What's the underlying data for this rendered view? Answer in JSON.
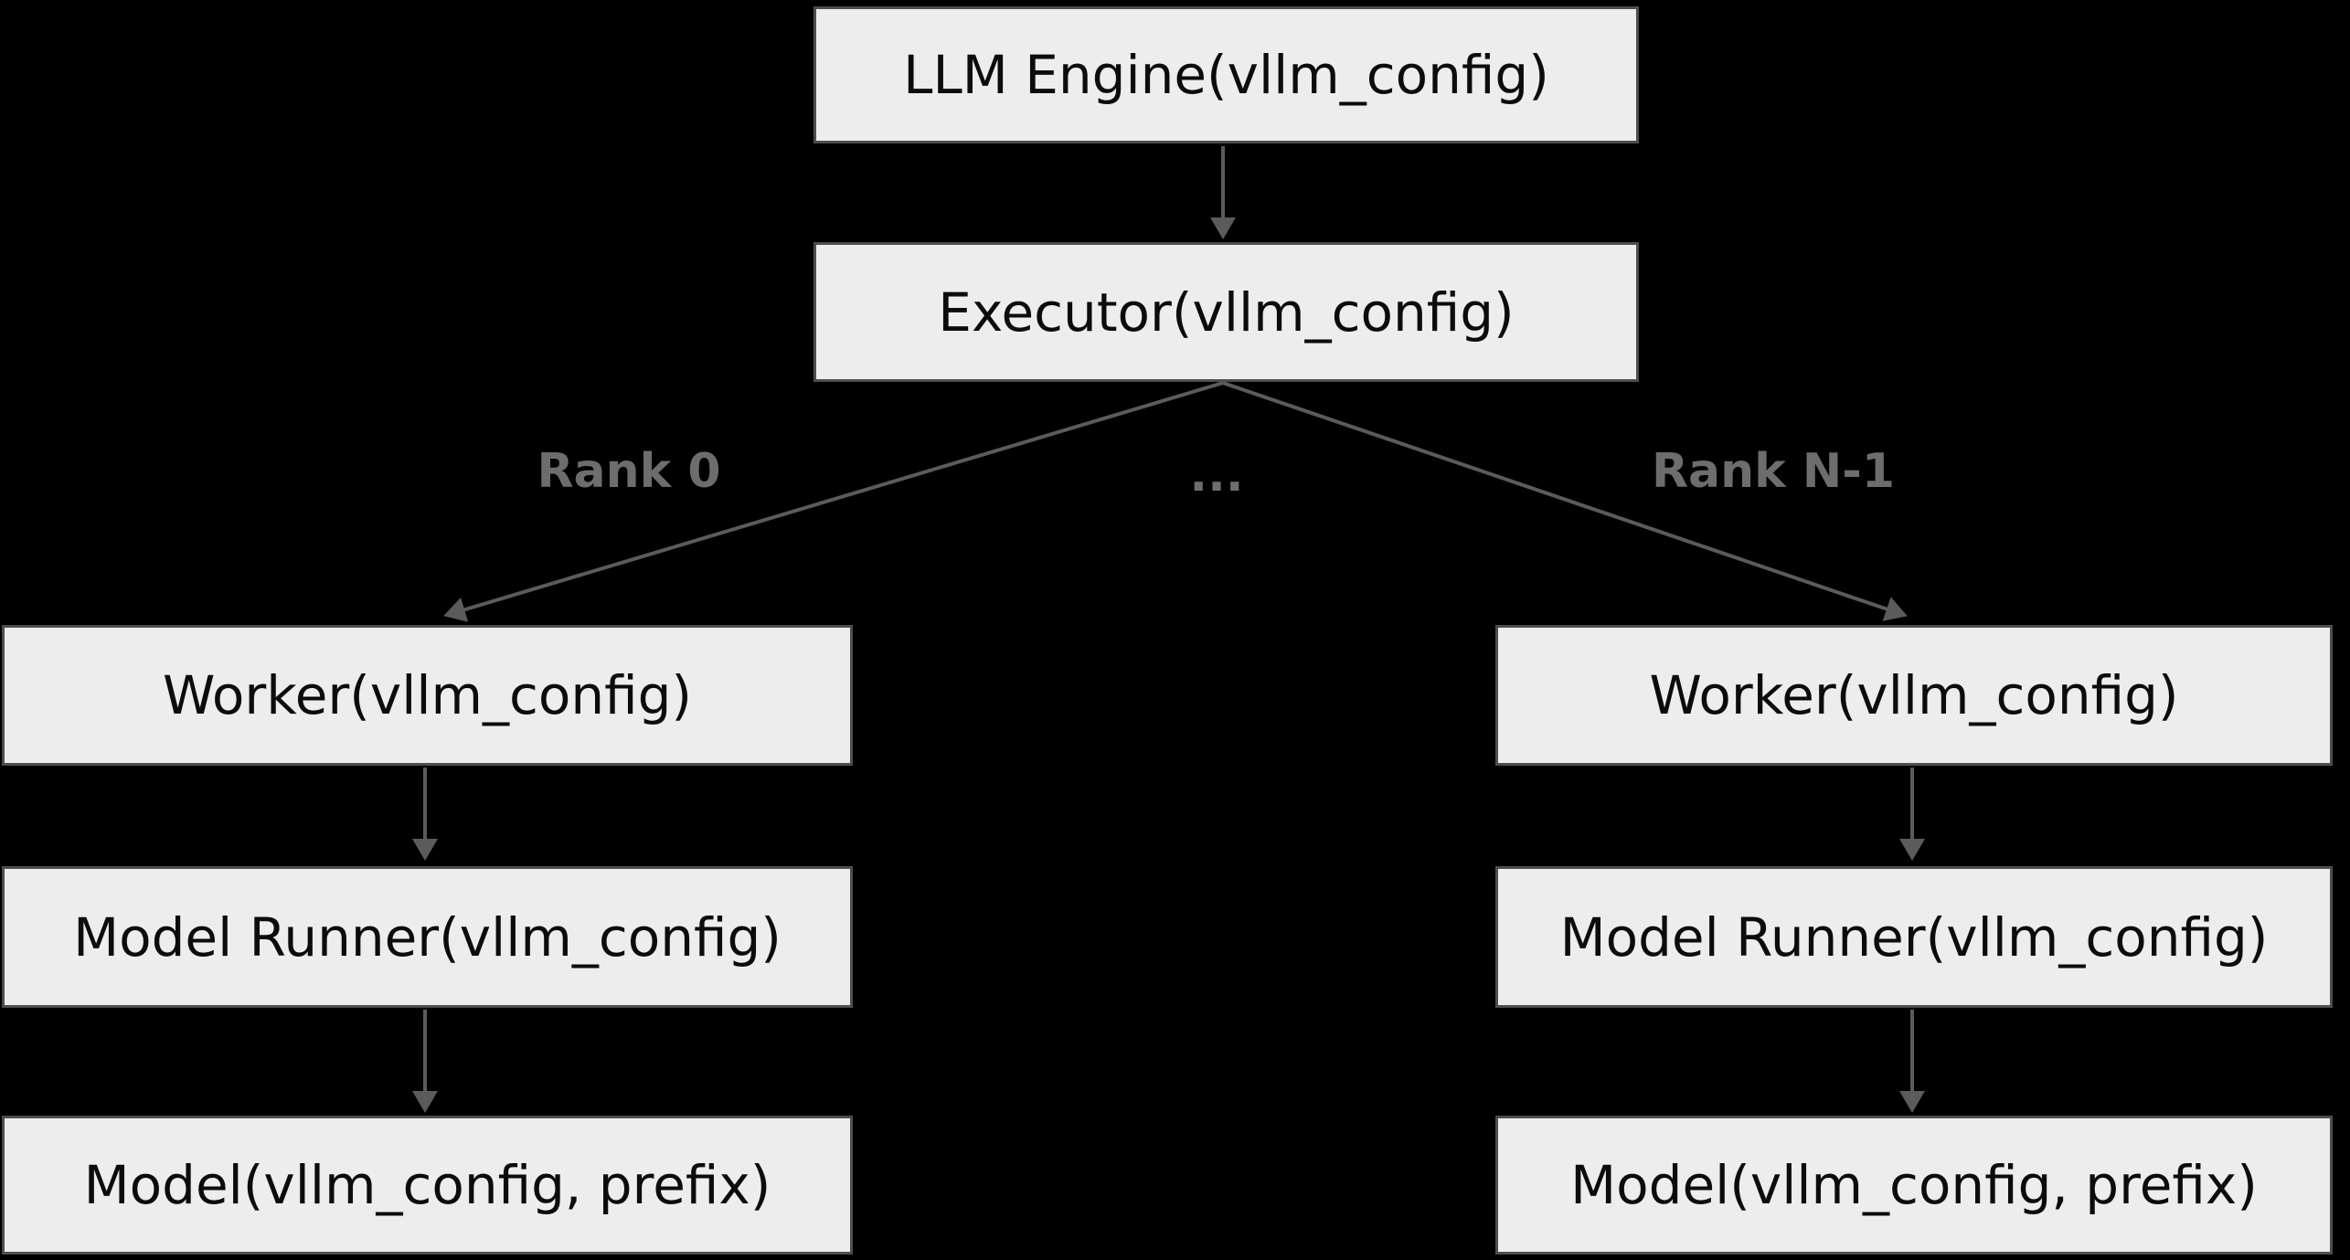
{
  "theme": {
    "background": "#000000",
    "node_fill": "#ededed",
    "node_border": "#4e4e4e",
    "node_text": "#0c0c0c",
    "edge_color": "#5b5b5b",
    "label_color": "#6d6d6d"
  },
  "diagram": {
    "type": "flowchart",
    "nodes": [
      {
        "id": "llm_engine",
        "label": "LLM Engine(vllm_config)"
      },
      {
        "id": "executor",
        "label": "Executor(vllm_config)"
      },
      {
        "id": "worker_rank0",
        "label": "Worker(vllm_config)"
      },
      {
        "id": "model_runner_rank0",
        "label": "Model Runner(vllm_config)"
      },
      {
        "id": "model_rank0",
        "label": "Model(vllm_config, prefix)"
      },
      {
        "id": "worker_rankN",
        "label": "Worker(vllm_config)"
      },
      {
        "id": "model_runner_rankN",
        "label": "Model Runner(vllm_config)"
      },
      {
        "id": "model_rankN",
        "label": "Model(vllm_config, prefix)"
      }
    ],
    "edges": [
      {
        "from": "llm_engine",
        "to": "executor",
        "label": ""
      },
      {
        "from": "executor",
        "to": "worker_rank0",
        "label": "Rank 0"
      },
      {
        "from": "executor",
        "to": "worker_rankN",
        "label": "Rank N-1"
      },
      {
        "from": "worker_rank0",
        "to": "model_runner_rank0",
        "label": ""
      },
      {
        "from": "model_runner_rank0",
        "to": "model_rank0",
        "label": ""
      },
      {
        "from": "worker_rankN",
        "to": "model_runner_rankN",
        "label": ""
      },
      {
        "from": "model_runner_rankN",
        "to": "model_rankN",
        "label": ""
      }
    ],
    "edge_labels": [
      {
        "text": "Rank 0"
      },
      {
        "text": "..."
      },
      {
        "text": "Rank N-1"
      }
    ]
  }
}
